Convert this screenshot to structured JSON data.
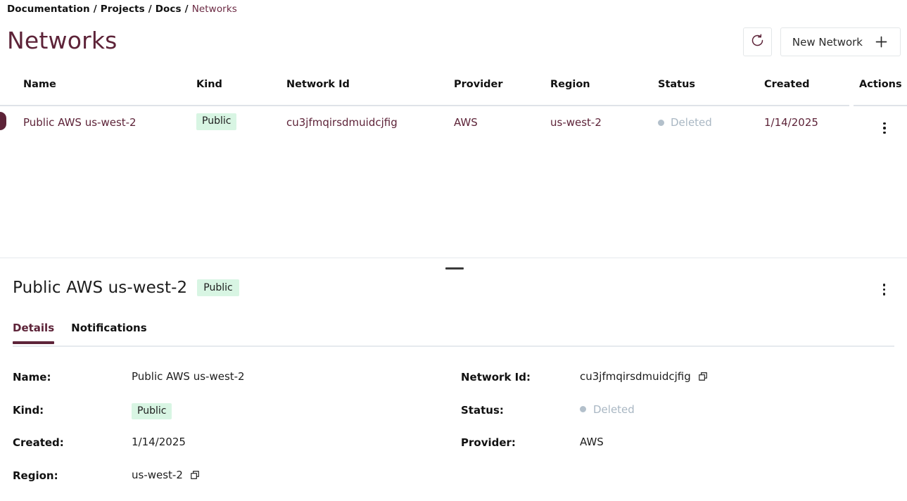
{
  "breadcrumb": {
    "items": [
      {
        "label": "Documentation",
        "current": false
      },
      {
        "label": "Projects",
        "current": false
      },
      {
        "label": "Docs",
        "current": false
      },
      {
        "label": "Networks",
        "current": true
      }
    ],
    "separator": "/"
  },
  "header": {
    "title": "Networks",
    "refresh_icon": "refresh-icon",
    "new_button_label": "New Network",
    "plus_icon": "plus-icon"
  },
  "table": {
    "columns": [
      "Name",
      "Kind",
      "Network Id",
      "Provider",
      "Region",
      "Status",
      "Created",
      "Actions"
    ],
    "rows": [
      {
        "name": "Public AWS us-west-2",
        "kind": "Public",
        "network_id": "cu3jfmqirsdmuidcjfig",
        "provider": "AWS",
        "region": "us-west-2",
        "status": "Deleted",
        "created": "1/14/2025",
        "selected": true
      }
    ]
  },
  "detail": {
    "title": "Public AWS us-west-2",
    "badge": "Public",
    "tabs": [
      {
        "label": "Details",
        "active": true
      },
      {
        "label": "Notifications",
        "active": false
      }
    ],
    "fields_left": [
      {
        "label": "Name:",
        "value": "Public AWS us-west-2",
        "type": "text",
        "copy": false
      },
      {
        "label": "Kind:",
        "value": "Public",
        "type": "badge",
        "copy": false
      },
      {
        "label": "Created:",
        "value": "1/14/2025",
        "type": "text",
        "copy": false
      },
      {
        "label": "Region:",
        "value": "us-west-2",
        "type": "text",
        "copy": true
      }
    ],
    "fields_right": [
      {
        "label": "Network Id:",
        "value": "cu3jfmqirsdmuidcjfig",
        "type": "text",
        "copy": true
      },
      {
        "label": "Status:",
        "value": "Deleted",
        "type": "status",
        "copy": false
      },
      {
        "label": "Provider:",
        "value": "AWS",
        "type": "text",
        "copy": false
      }
    ],
    "kebab_icon": "more-vertical-icon",
    "copy_icon": "copy-icon",
    "drag_handle_icon": "drag-handle-icon"
  },
  "colors": {
    "accent": "#5d2338",
    "badge_bg": "#d8f5e3",
    "status_grey": "#a9b7c3",
    "border": "#e3e6e8"
  }
}
